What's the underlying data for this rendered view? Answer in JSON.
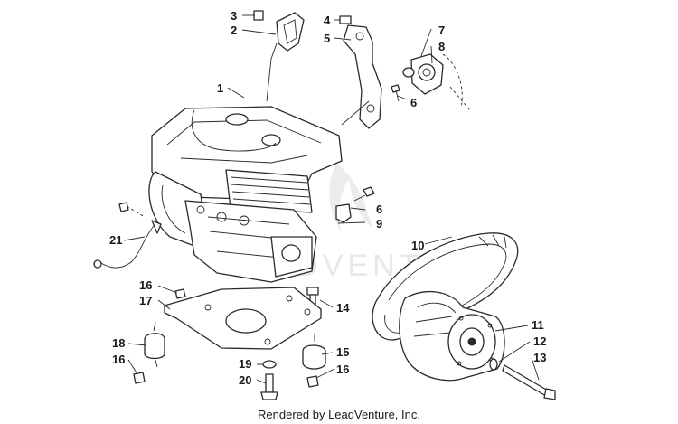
{
  "watermark": "LEADVENTURE",
  "footer": "Rendered by LeadVenture, Inc.",
  "callouts": [
    "1",
    "2",
    "3",
    "4",
    "5",
    "6",
    "6",
    "7",
    "8",
    "9",
    "10",
    "11",
    "12",
    "13",
    "14",
    "15",
    "16",
    "16",
    "16",
    "17",
    "18",
    "19",
    "20",
    "21"
  ]
}
